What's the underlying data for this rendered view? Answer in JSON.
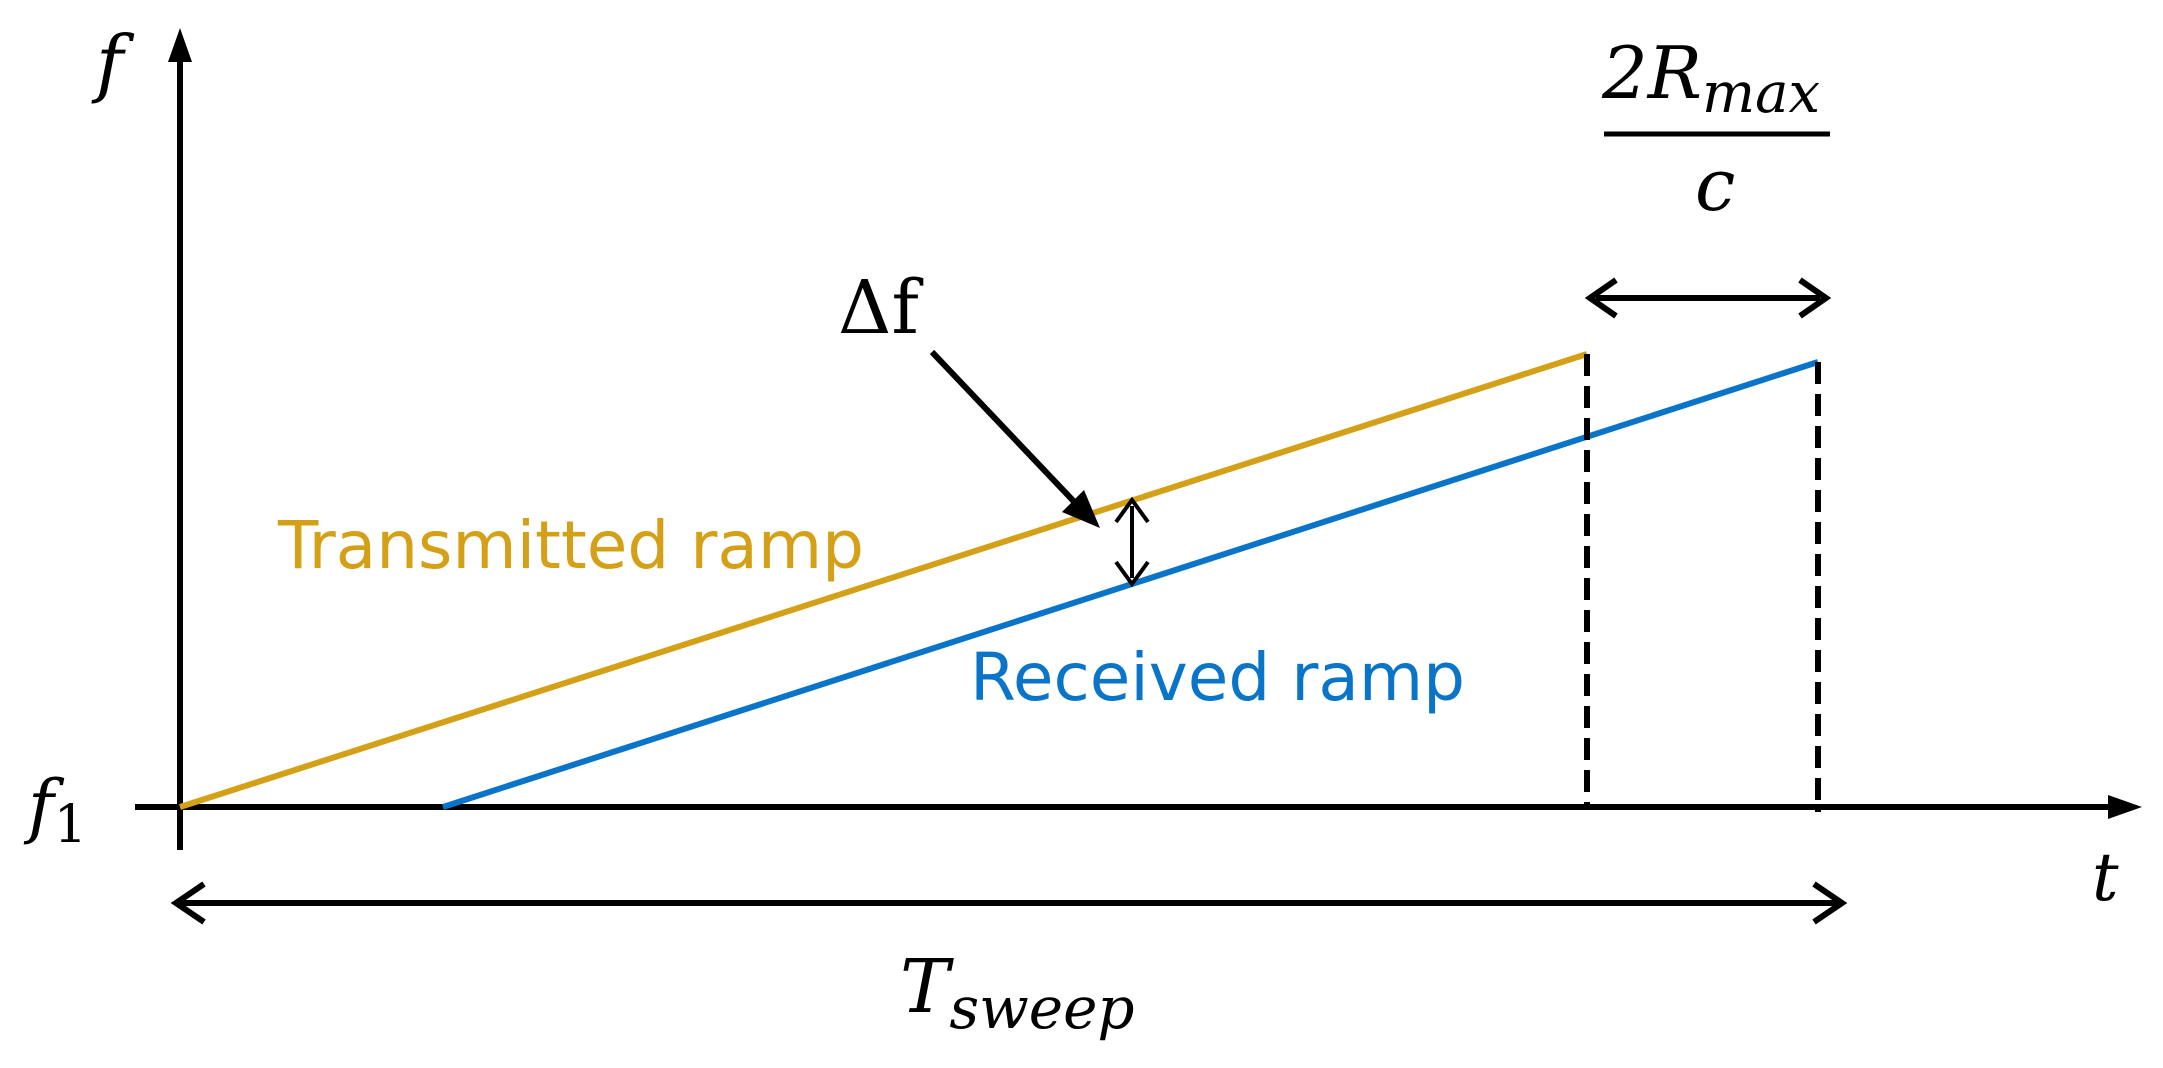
{
  "axes": {
    "y_label": "f",
    "x_label": "t",
    "y_origin_label": {
      "base": "f",
      "sub": "1"
    }
  },
  "delta_label": "Δf",
  "range_label": {
    "numerator_base": "2R",
    "numerator_sub": "max",
    "denominator": "c"
  },
  "sweep_label": {
    "base": "T",
    "sub": "sweep"
  },
  "ramps": {
    "transmitted": {
      "label": "Transmitted ramp",
      "color": "#D4A017"
    },
    "received": {
      "label": "Received ramp",
      "color": "#0A75C8"
    }
  },
  "colors": {
    "axis": "#000000",
    "transmitted": "#D4A017",
    "received": "#0A75C8"
  }
}
